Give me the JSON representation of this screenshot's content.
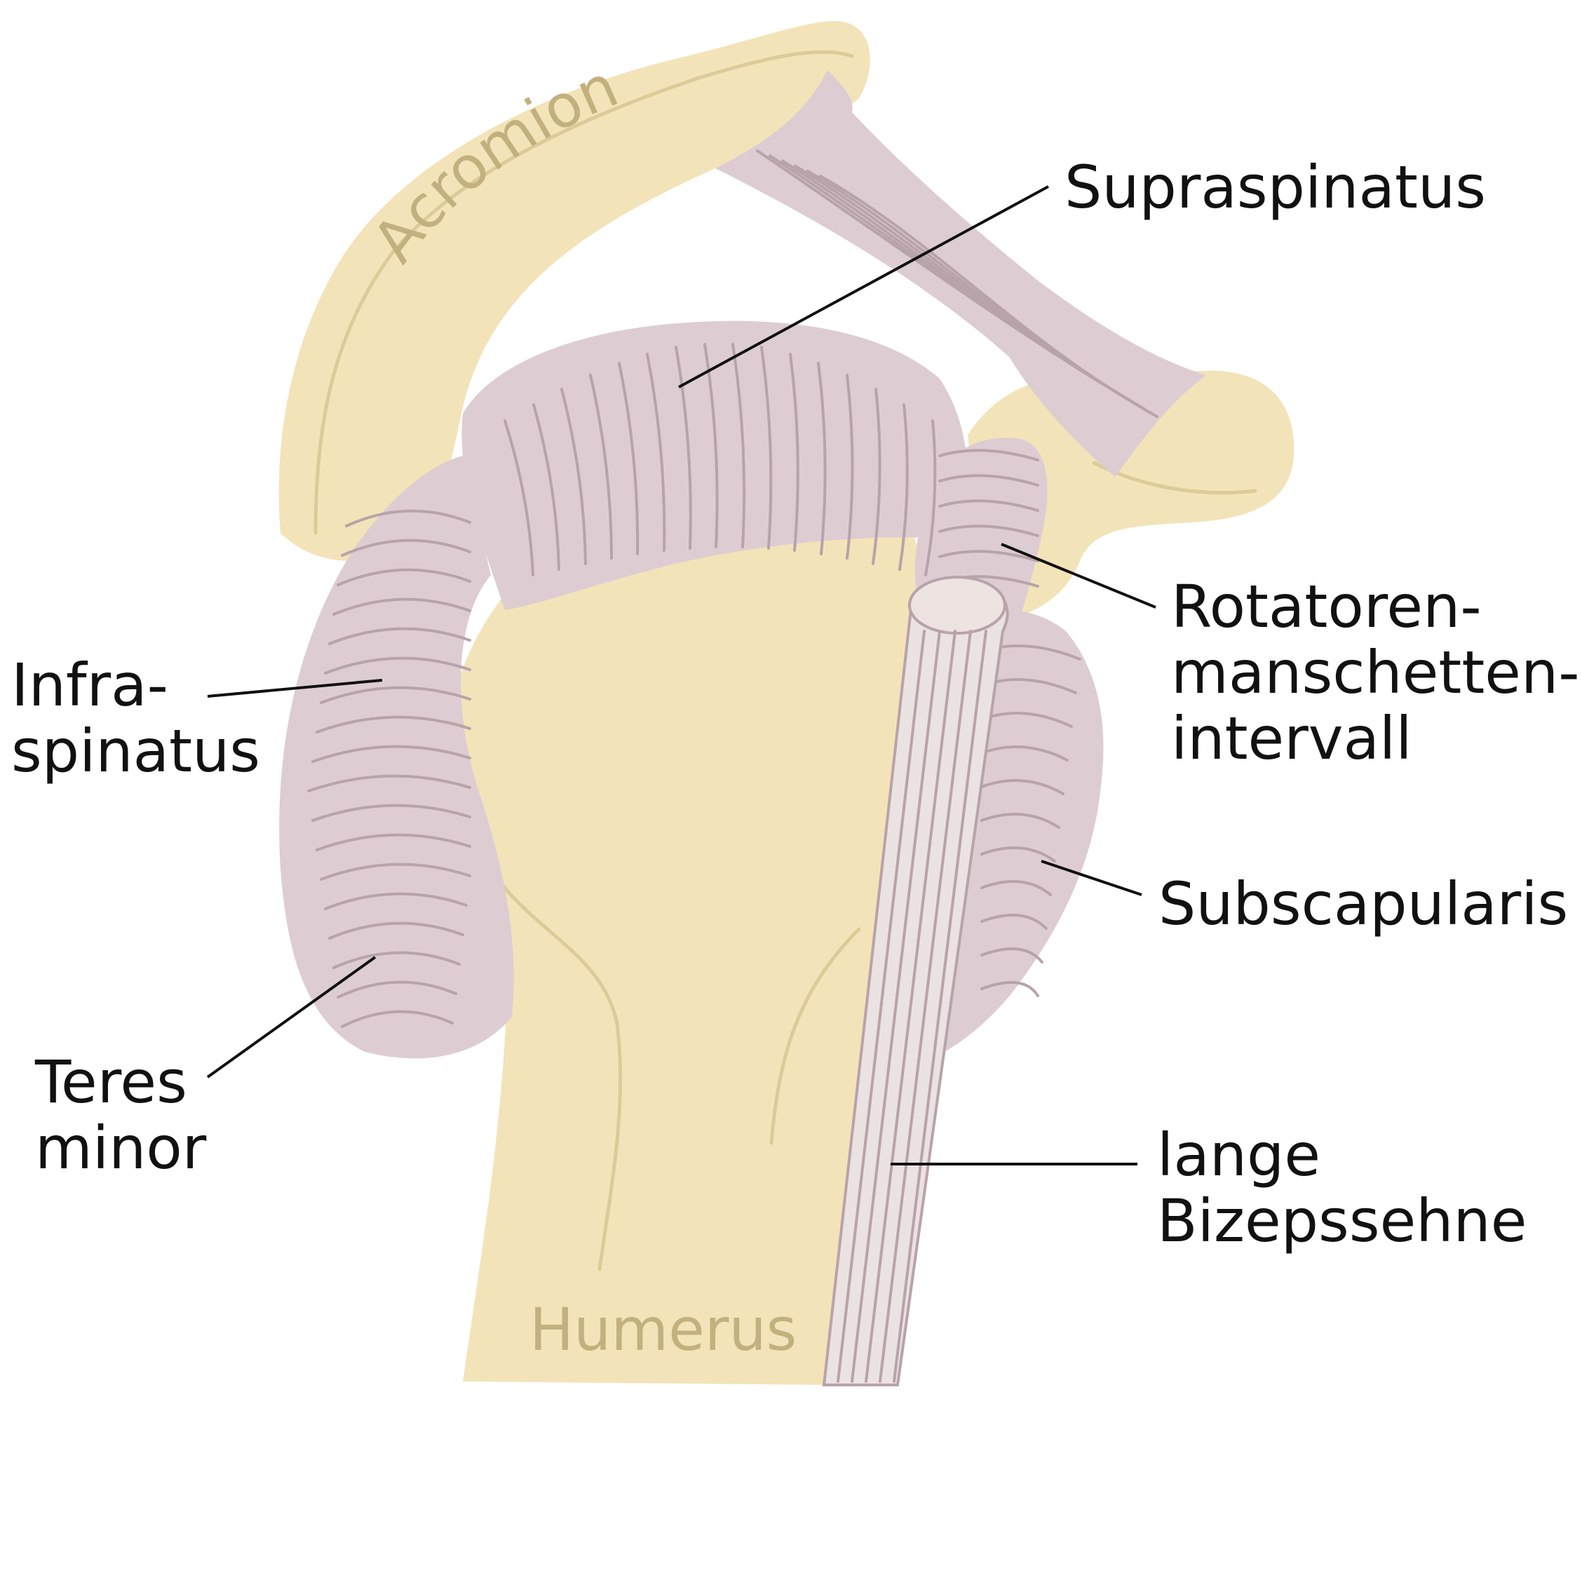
{
  "colors": {
    "bone": "#f3e3b8",
    "bone_outline": "#dccb98",
    "bone_label": "#c2b07f",
    "muscle": "#ddcdd2",
    "muscle_fiber": "#b8a3aa",
    "tendon": "#ebe2e2",
    "tendon_head": "#ede3e1",
    "leader_line": "#111111",
    "text": "#111111",
    "background": "#ffffff"
  },
  "bones": {
    "acromion": "Acromion",
    "humerus": "Humerus"
  },
  "labels": {
    "supraspinatus": {
      "lines": [
        "Supraspinatus"
      ]
    },
    "rotator_interval": {
      "lines": [
        "Rotatoren-",
        "manschetten-",
        "intervall"
      ]
    },
    "infraspinatus": {
      "lines": [
        "Infra-",
        "spinatus"
      ]
    },
    "subscapularis": {
      "lines": [
        "Subscapularis"
      ]
    },
    "teres_minor": {
      "lines": [
        "Teres",
        "minor"
      ]
    },
    "biceps_tendon": {
      "lines": [
        "lange",
        "Bizepssehne"
      ]
    }
  }
}
